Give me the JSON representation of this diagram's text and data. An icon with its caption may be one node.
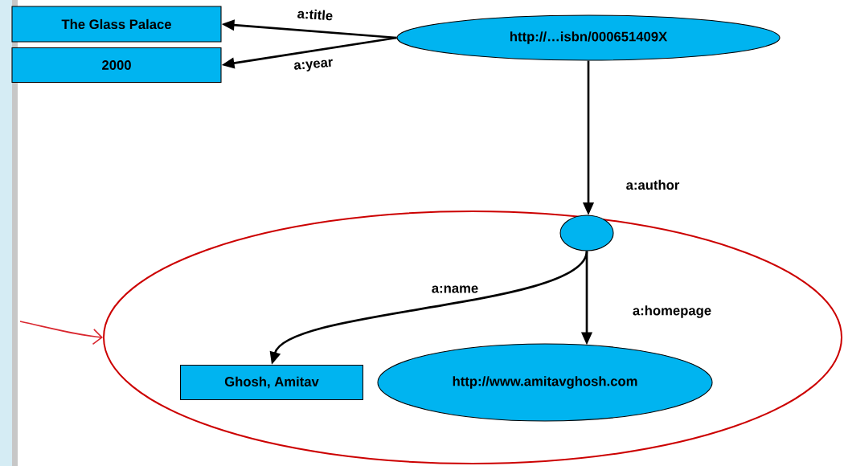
{
  "diagram": {
    "nodes": [
      {
        "text": [
          "The Glass Palace"
        ]
      },
      {
        "text": [
          "2000"
        ]
      },
      {
        "text": [
          "http://…isbn/000651409X"
        ]
      },
      {
        "text": [],
        "shape": "circle"
      },
      {
        "text": [],
        "shape": "circle",
        "in": 3
      },
      {
        "text": [
          "Ghosh, Amitav"
        ],
        "in": 3
      },
      {
        "text": [
          "http://www.amitavghosh.com"
        ],
        "in": 3
      }
    ],
    "edges": [
      {
        "from": 2,
        "to": 0,
        "arrow": "to",
        "label": "a:title"
      },
      {
        "from": 2,
        "to": 1,
        "arrow": "to",
        "label": "a:year"
      },
      {
        "from": 2,
        "to": 4,
        "arrow": "to",
        "label": "a:author"
      },
      {
        "from": 4,
        "to": 5,
        "arrow": "to",
        "label": "a:name"
      },
      {
        "from": 4,
        "to": 6,
        "arrow": "to",
        "label": "a:homepage"
      },
      {
        "from": null,
        "to": 3,
        "arrow": "to",
        "color": "#d9262e"
      }
    ]
  }
}
